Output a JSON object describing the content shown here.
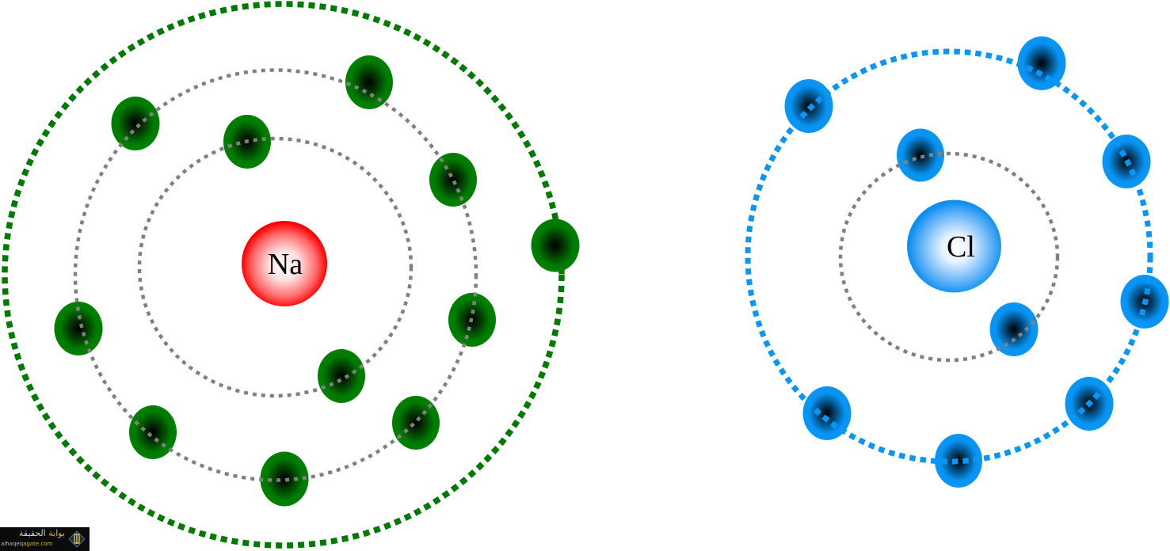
{
  "figure": {
    "description": "Bohr electron-shell diagrams of a sodium atom and a chlorine atom",
    "atoms": [
      {
        "id": "sodium",
        "symbol": "Na",
        "nucleus_color": "#ff1a1a",
        "electron_color": "#008000",
        "shells": [
          {
            "shell": 1,
            "electron_count": 2,
            "line_color": "#808080"
          },
          {
            "shell": 2,
            "electron_count": 8,
            "line_color": "#808080"
          },
          {
            "shell": 3,
            "electron_count": 1,
            "line_color": "#007a00"
          }
        ],
        "total_electrons": 11
      },
      {
        "id": "chlorine",
        "symbol": "Cl",
        "nucleus_color": "#1593f0",
        "electron_color": "#0a96f5",
        "shells": [
          {
            "shell": 1,
            "electron_count": 2,
            "line_color": "#808080"
          },
          {
            "shell": 2,
            "electron_count": 7,
            "line_color": "#0a96f5"
          }
        ],
        "total_electrons": 9,
        "note": "only two shells drawn"
      }
    ]
  },
  "watermark": {
    "name_part1": "بوابة",
    "name_part2": "الحقيقة",
    "url_part1": "alhaqeqa",
    "url_part2": "gate.com",
    "accent_color": "#d9b21c"
  }
}
